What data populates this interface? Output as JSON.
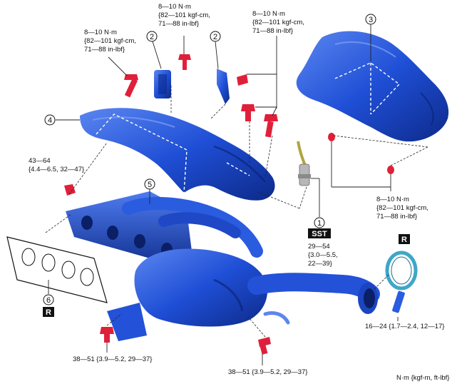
{
  "colors": {
    "part_blue": "#1f4fd6",
    "part_dark": "#0d2a8a",
    "part_light": "#5b86f0",
    "bolt_red": "#e0203a",
    "sensor_green": "#b0a640",
    "ring_teal": "#3fa6c8",
    "badge_bg": "#111111"
  },
  "callouts": {
    "c1": "1",
    "c2a": "2",
    "c2b": "2",
    "c3": "3",
    "c4": "4",
    "c5": "5",
    "c6": "6"
  },
  "badges": {
    "sst": "SST",
    "r_left": "R",
    "r_right": "R"
  },
  "torques": {
    "t_top_center": [
      "8—10 N·m",
      "{82—101 kgf-cm,",
      "71—88 in-lbf}"
    ],
    "t_top_left": [
      "8—10 N·m",
      "{82—101 kgf-cm,",
      "71—88 in-lbf}"
    ],
    "t_top_right": [
      "8—10 N·m",
      "{82—101 kgf-cm,",
      "71—88 in-lbf}"
    ],
    "t_right_mid": [
      "8—10 N·m",
      "{82—101 kgf-cm,",
      "71—88 in-lbf}"
    ],
    "t_left_nut": [
      "43—64",
      "{4.4—6.5, 32—47}"
    ],
    "t_sensor": [
      "29—54",
      "{3.0—5.5,",
      "22—39}"
    ],
    "t_stud": [
      "16—24 {1.7—2.4, 12—17}"
    ],
    "t_bottom_left": [
      "38—51 {3.9—5.2, 29—37}"
    ],
    "t_bottom_center": [
      "38—51 {3.9—5.2, 29—37}"
    ]
  },
  "units_note": "N·m {kgf-m, ft-lbf}"
}
